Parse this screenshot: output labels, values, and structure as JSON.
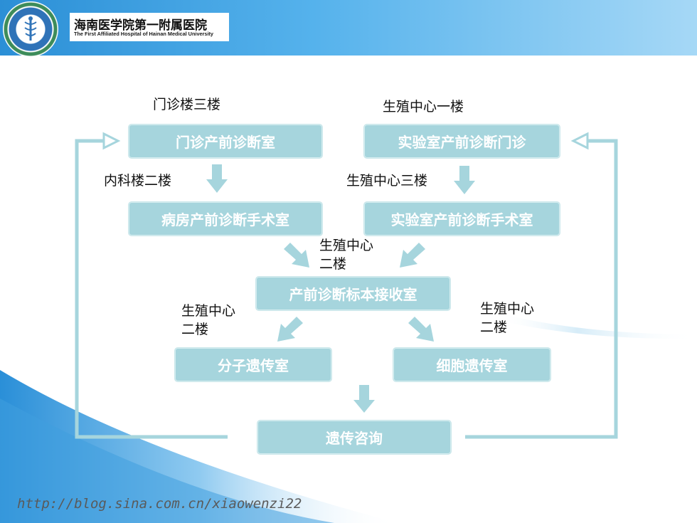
{
  "header": {
    "hospital_name_cn": "海南医学院第一附属医院",
    "hospital_name_en": "The First Affiliated Hospital of Hainan Medical University"
  },
  "nodes": {
    "outpatient_prenatal": "门诊产前诊断室",
    "lab_prenatal_clinic": "实验室产前诊断门诊",
    "ward_prenatal_surgery": "病房产前诊断手术室",
    "lab_prenatal_surgery": "实验室产前诊断手术室",
    "specimen_reception": "产前诊断标本接收室",
    "molecular_genetics": "分子遗传室",
    "cell_genetics": "细胞遗传室",
    "genetic_counseling": "遗传咨询"
  },
  "locations": {
    "outpatient_3f": "门诊楼三楼",
    "repro_1f": "生殖中心一楼",
    "internal_2f": "内科楼二楼",
    "repro_3f": "生殖中心三楼",
    "repro_2f_center_l1": "生殖中心",
    "repro_2f_center_l2": "二楼",
    "repro_2f_left_l1": "生殖中心",
    "repro_2f_left_l2": "二楼",
    "repro_2f_right_l1": "生殖中心",
    "repro_2f_right_l2": "二楼"
  },
  "watermark": "http://blog.sina.com.cn/xiaowenzi22",
  "colors": {
    "header_blue": "#2b8fd6",
    "node_fill": "#a6d5dd",
    "arrow_fill": "#a6d5dd"
  }
}
